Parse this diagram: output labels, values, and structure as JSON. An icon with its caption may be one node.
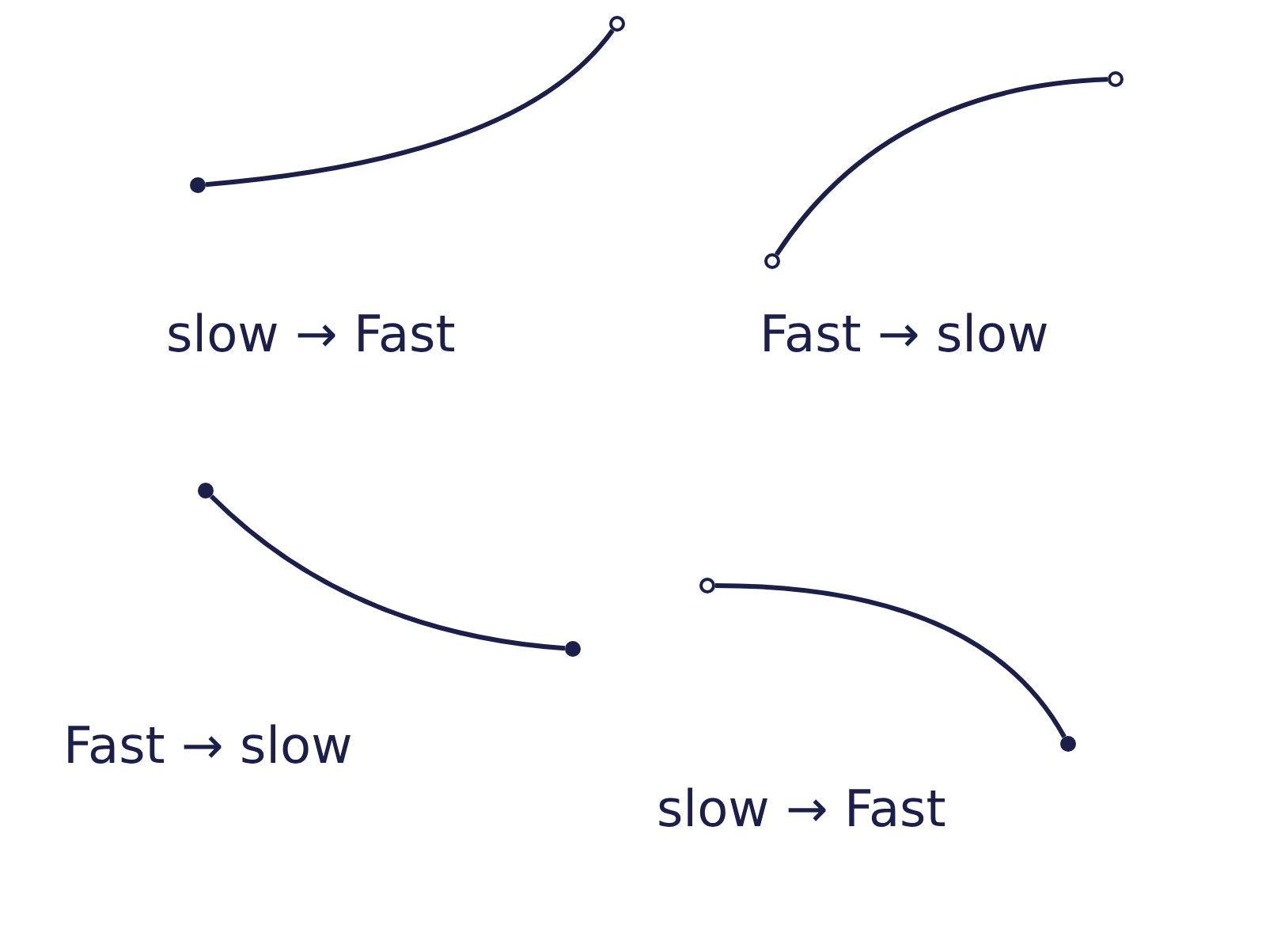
{
  "diagram": {
    "nodes": [
      {
        "text": [],
        "shape": "circle"
      },
      {
        "text": [],
        "shape": "circle"
      },
      {
        "text": [],
        "shape": "circle"
      },
      {
        "text": [],
        "shape": "circle"
      },
      {
        "text": [],
        "shape": "circle"
      },
      {
        "text": [],
        "shape": "circle"
      },
      {
        "text": [],
        "shape": "circle"
      },
      {
        "text": [],
        "shape": "circle"
      }
    ],
    "edges": [
      {
        "from": 0,
        "to": 1,
        "arrow": "none"
      },
      {
        "from": 2,
        "to": 3,
        "arrow": "none"
      },
      {
        "from": 4,
        "to": 5,
        "arrow": "none"
      },
      {
        "from": 6,
        "to": 7,
        "arrow": "none"
      }
    ],
    "labels": [
      "slow → Fast",
      "Fast → slow",
      "Fast → slow",
      "slow → Fast"
    ]
  }
}
